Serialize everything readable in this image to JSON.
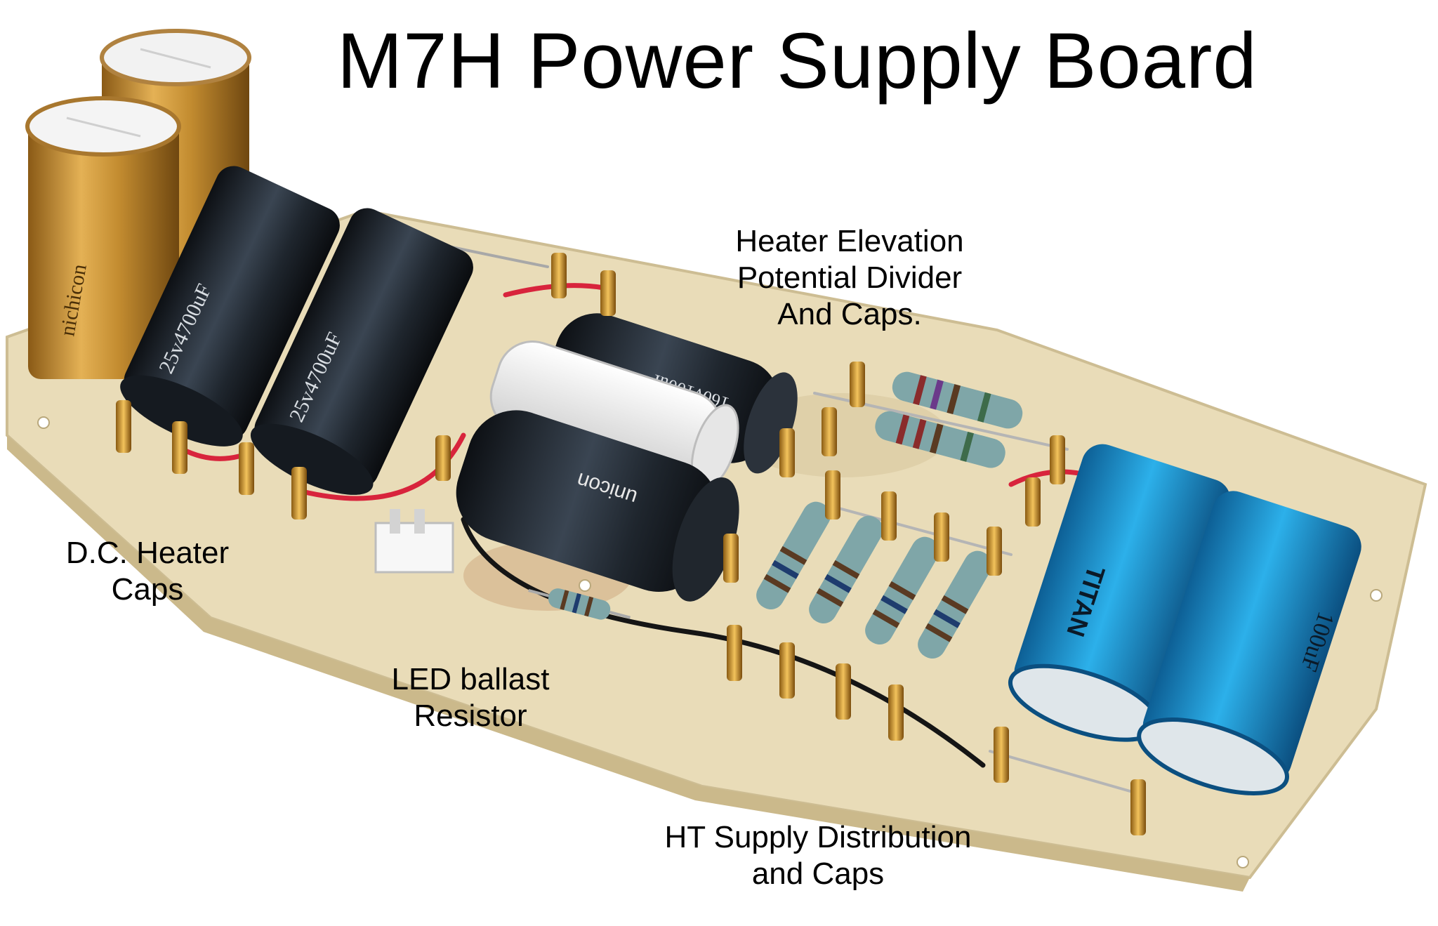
{
  "title": "M7H Power Supply Board",
  "labels": {
    "heater_elevation": [
      "Heater Elevation",
      "Potential Divider",
      "And Caps."
    ],
    "dc_heater": [
      "D.C. Heater",
      "Caps"
    ],
    "led_ballast": [
      "LED ballast",
      "Resistor"
    ],
    "ht_supply": [
      "HT Supply Distribution",
      "and Caps"
    ]
  },
  "component_markings": {
    "nichicon": "nichicon",
    "black_cap_rating": "25v4700uF",
    "gray_cap_rating": "160v100uF",
    "unicon": "unicon",
    "blue_cap_brand": "TITAN",
    "blue_cap_rating": "100uF"
  },
  "colors": {
    "board": "#e9dcb8",
    "gold_cap": "#c8922e",
    "black_cap": "#1d2228",
    "blue_cap": "#1a8fd0",
    "resistor_body": "#7fa6a8",
    "wire_red": "#d8243c",
    "wire_black": "#151515"
  }
}
